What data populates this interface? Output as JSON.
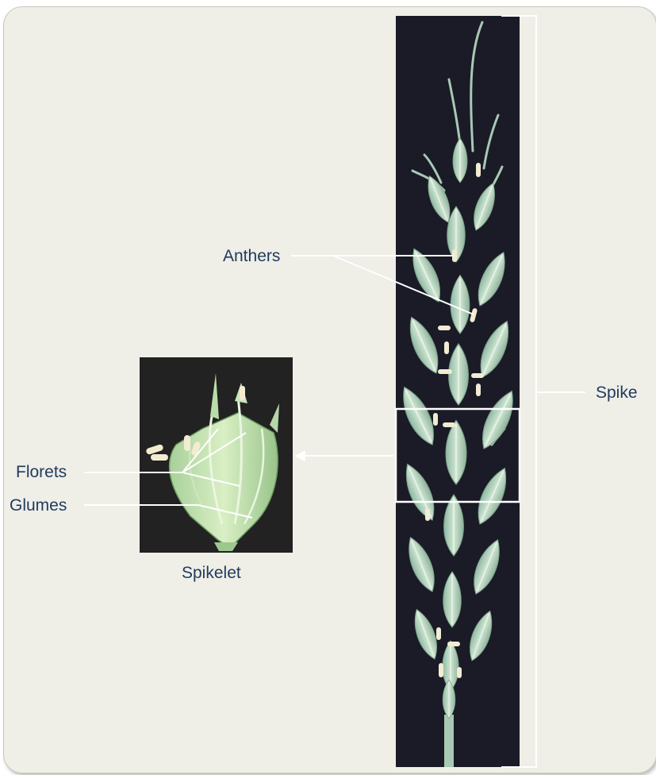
{
  "labels": {
    "anthers": "Anthers",
    "spike": "Spike",
    "florets": "Florets",
    "glumes": "Glumes",
    "spikelet": "Spikelet"
  },
  "colors": {
    "panel_background": "#efeee7",
    "photo_background": "#1a1b26",
    "spikelet_background": "#222222",
    "plant_green": "#b9d8c6",
    "plant_light_green": "#d6ead2",
    "anther_cream": "#f1ecd2",
    "leader_line": "#ffffff",
    "label_text": "#1f3a5f"
  }
}
